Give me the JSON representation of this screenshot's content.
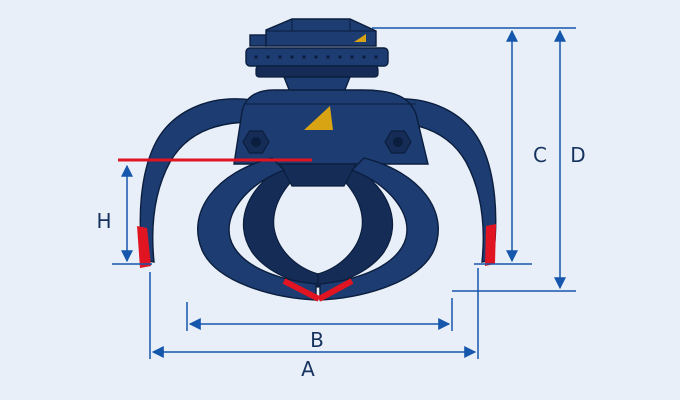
{
  "diagram": {
    "labels": {
      "A": "A",
      "B": "B",
      "C": "C",
      "D": "D",
      "H": "H"
    },
    "colors": {
      "background": "#e8eff8",
      "body": "#1d3c72",
      "body-dark": "#152c56",
      "outline": "#0b1e3e",
      "dimension": "#1557ac",
      "highlight": "#e11422",
      "logo": "#d9a414",
      "label": "#16325f"
    }
  }
}
